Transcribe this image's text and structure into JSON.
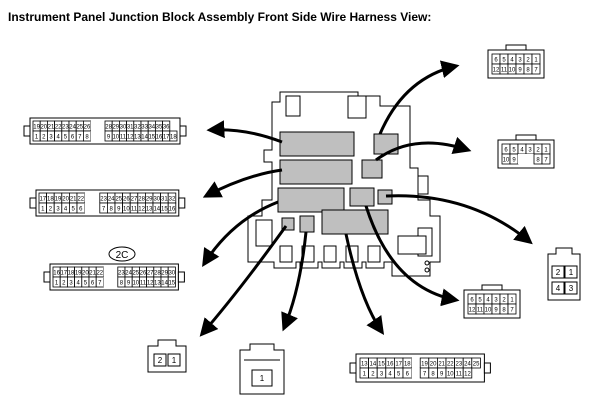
{
  "title": "Instrument Panel Junction Block Assembly Front Side Wire Harness View:",
  "colors": {
    "line": "#000000",
    "connector_fill": "#ffffff",
    "block_highlight": "#bfbfbf",
    "junction_fill": "#ffffff"
  },
  "connectors": {
    "top_left": {
      "row1": [
        "19",
        "20",
        "21",
        "22",
        "23",
        "24",
        "25",
        "26",
        "",
        "",
        "28",
        "29",
        "30",
        "31",
        "32",
        "33",
        "34",
        "35",
        "36"
      ],
      "row2": [
        "1",
        "2",
        "3",
        "4",
        "5",
        "6",
        "7",
        "8",
        "",
        "",
        "9",
        "10",
        "11",
        "12",
        "13",
        "14",
        "15",
        "16",
        "17",
        "18"
      ]
    },
    "mid_left": {
      "row1": [
        "17",
        "18",
        "19",
        "20",
        "21",
        "22",
        "",
        "",
        "23",
        "24",
        "25",
        "26",
        "27",
        "28",
        "29",
        "30",
        "31",
        "32"
      ],
      "row2": [
        "1",
        "2",
        "3",
        "4",
        "5",
        "6",
        "",
        "",
        "7",
        "8",
        "9",
        "10",
        "11",
        "12",
        "13",
        "14",
        "15",
        "16"
      ]
    },
    "bot_left": {
      "label": "2C",
      "row1": [
        "16",
        "17",
        "18",
        "19",
        "20",
        "21",
        "22",
        "",
        "",
        "23",
        "24",
        "25",
        "26",
        "27",
        "28",
        "29",
        "30"
      ],
      "row2": [
        "1",
        "2",
        "3",
        "4",
        "5",
        "6",
        "7",
        "",
        "",
        "8",
        "9",
        "10",
        "11",
        "12",
        "13",
        "14",
        "15"
      ]
    },
    "small2": {
      "pins": [
        "2",
        "1"
      ]
    },
    "single": {
      "pins": [
        "1"
      ]
    },
    "bottom_long": {
      "row1": [
        "13",
        "14",
        "15",
        "16",
        "17",
        "18",
        "",
        "19",
        "20",
        "21",
        "22",
        "23",
        "24",
        "25"
      ],
      "row2": [
        "1",
        "2",
        "3",
        "4",
        "5",
        "6",
        "",
        "7",
        "8",
        "9",
        "10",
        "11",
        "12"
      ]
    },
    "top_right": {
      "row1": [
        "6",
        "5",
        "4",
        "3",
        "2",
        "1"
      ],
      "row2": [
        "12",
        "11",
        "10",
        "9",
        "8",
        "7"
      ]
    },
    "mid_right": {
      "row1": [
        "6",
        "5",
        "4",
        "3",
        "2",
        "1"
      ],
      "row2": [
        "10",
        "9",
        "",
        "",
        "8",
        "7"
      ]
    },
    "right_4": {
      "row1": [
        "2",
        "1"
      ],
      "row2": [
        "4",
        "3"
      ]
    },
    "right_low": {
      "row1": [
        "6",
        "5",
        "4",
        "3",
        "2",
        "1"
      ],
      "row2": [
        "12",
        "11",
        "10",
        "9",
        "8",
        "7"
      ]
    }
  }
}
